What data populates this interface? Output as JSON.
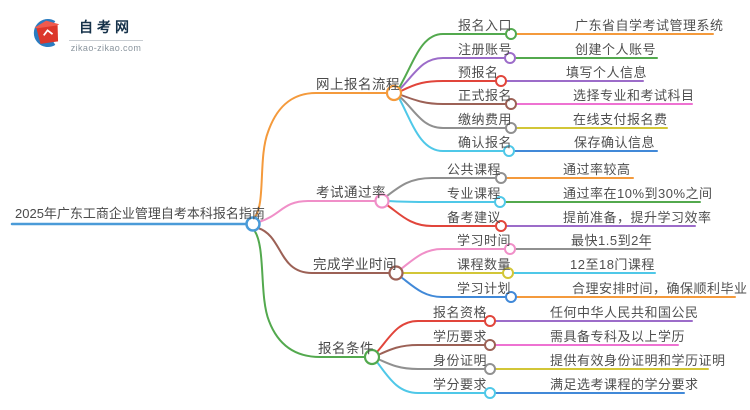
{
  "logo": {
    "title": "自考网",
    "subtitle": "zikao-zikao.com",
    "icon": "graduation-cap-icon"
  },
  "palette": {
    "root_blue": "#4a9bd8",
    "orange": "#f49a3c",
    "pink": "#f08fc8",
    "brown": "#9c6156",
    "green": "#53a94e",
    "purple": "#9c6cc9",
    "red": "#e1453b",
    "gray": "#909090",
    "cyan": "#4fc8e8",
    "yellow": "#d2c637",
    "magenta": "#ee72d2",
    "link_blue": "#4189d8",
    "text": "#4f4f4f",
    "brand_navy": "#16324a",
    "brand_red": "#dc372b",
    "brand_blue": "#2b7cc0"
  },
  "root": {
    "label": "2025年广东工商企业管理自考本科报名指南",
    "color": "#4a9bd8"
  },
  "branches": [
    {
      "label": "网上报名流程",
      "color": "#f49a3c",
      "children": [
        {
          "label": "报名入口",
          "color": "#53a94e",
          "value": "广东省自学考试管理系统",
          "value_color": "#f49a3c"
        },
        {
          "label": "注册账号",
          "color": "#9c6cc9",
          "value": "创建个人账号",
          "value_color": "#53a94e"
        },
        {
          "label": "预报名",
          "color": "#e1453b",
          "value": "填写个人信息",
          "value_color": "#9c6cc9"
        },
        {
          "label": "正式报名",
          "color": "#9c6156",
          "value": "选择专业和考试科目",
          "value_color": "#ee72d2"
        },
        {
          "label": "缴纳费用",
          "color": "#909090",
          "value": "在线支付报名费",
          "value_color": "#d2c637"
        },
        {
          "label": "确认报名",
          "color": "#4fc8e8",
          "value": "保存确认信息",
          "value_color": "#4189d8"
        }
      ]
    },
    {
      "label": "考试通过率",
      "color": "#f08fc8",
      "children": [
        {
          "label": "公共课程",
          "color": "#909090",
          "value": "通过率较高",
          "value_color": "#f49a3c"
        },
        {
          "label": "专业课程",
          "color": "#4fc8e8",
          "value": "通过率在10%到30%之间",
          "value_color": "#53a94e"
        },
        {
          "label": "备考建议",
          "color": "#e1453b",
          "value": "提前准备，提升学习效率",
          "value_color": "#9c6cc9"
        }
      ]
    },
    {
      "label": "完成学业时间",
      "color": "#9c6156",
      "children": [
        {
          "label": "学习时间",
          "color": "#f08fc8",
          "value": "最快1.5到2年",
          "value_color": "#909090"
        },
        {
          "label": "课程数量",
          "color": "#d2c637",
          "value": "12至18门课程",
          "value_color": "#4fc8e8"
        },
        {
          "label": "学习计划",
          "color": "#4189d8",
          "value": "合理安排时间，确保顺利毕业",
          "value_color": "#f49a3c"
        }
      ]
    },
    {
      "label": "报名条件",
      "color": "#53a94e",
      "children": [
        {
          "label": "报名资格",
          "color": "#e1453b",
          "value": "任何中华人民共和国公民",
          "value_color": "#9c6cc9"
        },
        {
          "label": "学历要求",
          "color": "#9c6156",
          "value": "需具备专科及以上学历",
          "value_color": "#ee72d2"
        },
        {
          "label": "身份证明",
          "color": "#909090",
          "value": "提供有效身份证明和学历证明",
          "value_color": "#d2c637"
        },
        {
          "label": "学分要求",
          "color": "#4fc8e8",
          "value": "满足选考课程的学分要求",
          "value_color": "#4189d8"
        }
      ]
    }
  ]
}
